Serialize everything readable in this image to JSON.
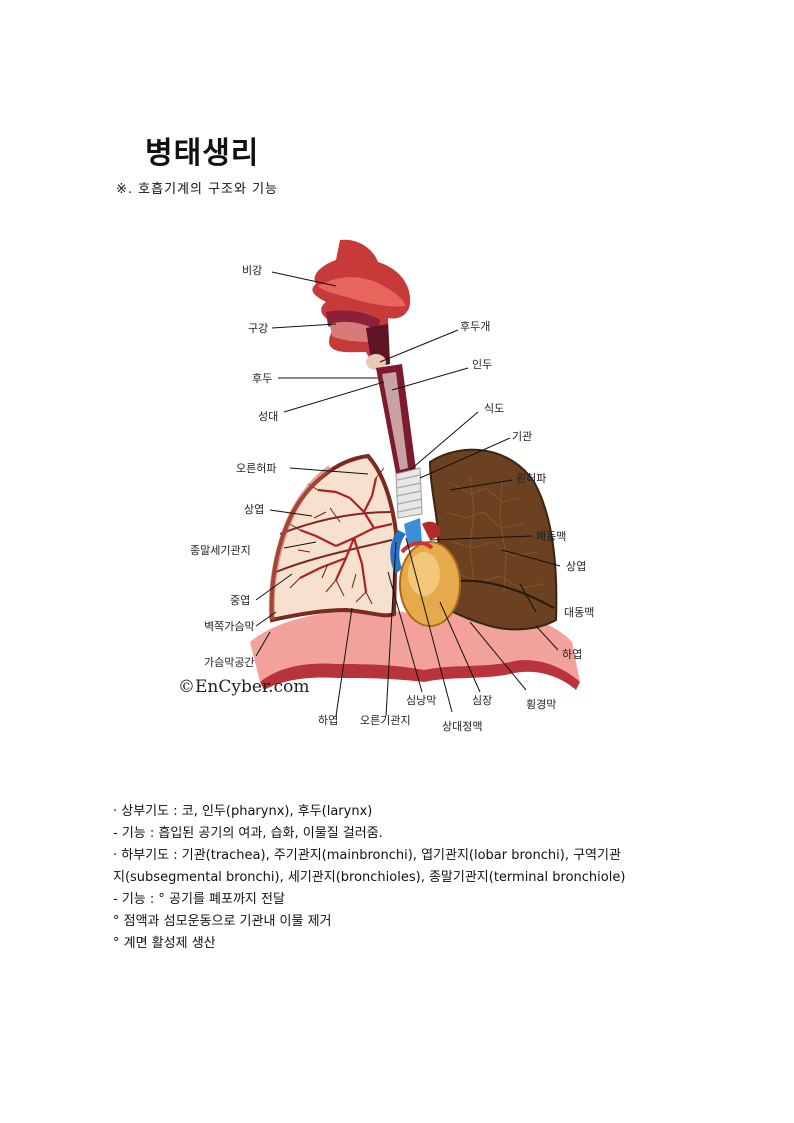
{
  "document": {
    "title": "병태생리",
    "subtitle": "※. 호흡기계의 구조와 기능"
  },
  "figure": {
    "watermark": "©EnCyber.com",
    "labels": {
      "nasal_cavity": "비강",
      "oral_cavity": "구강",
      "larynx": "후두",
      "vocal_cord": "성대",
      "right_lung": "오른허파",
      "upper_lobe_right": "상엽",
      "terminal_bronchiole": "종말세기관지",
      "middle_lobe": "중엽",
      "parietal_pleura": "벽쪽가슴막",
      "pleural_space": "가슴막공간",
      "lower_lobe_right": "하엽",
      "right_bronchus": "오른기관지",
      "pericardium": "심낭막",
      "superior_vena_cava": "상대정맥",
      "heart": "심장",
      "diaphragm": "횡경막",
      "epiglottis": "후두개",
      "pharynx": "인두",
      "esophagus": "식도",
      "trachea": "기관",
      "left_lung": "왼허파",
      "pulmonary_artery": "폐동맥",
      "upper_lobe_left": "상엽",
      "aorta": "대동맥",
      "lower_lobe_left": "하엽"
    }
  },
  "body": {
    "line1": "· 상부기도 : 코, 인두(pharynx), 후두(larynx)",
    "line2": "- 기능 : 흡입된 공기의 여과, 습화, 이물질 걸러줌.",
    "line3": "· 하부기도 : 기관(trachea), 주기관지(mainbronchi), 엽기관지(lobar bronchi), 구역기관",
    "line4": "지(subsegmental bronchi), 세기관지(bronchioles), 종말기관지(terminal bronchiole)",
    "line5": "- 기능 : ° 공기를 폐포까지 전달",
    "line6": "° 점액과 섬모운동으로 기관내 이물 제거",
    "line7": "° 계면 활성제 생산"
  }
}
